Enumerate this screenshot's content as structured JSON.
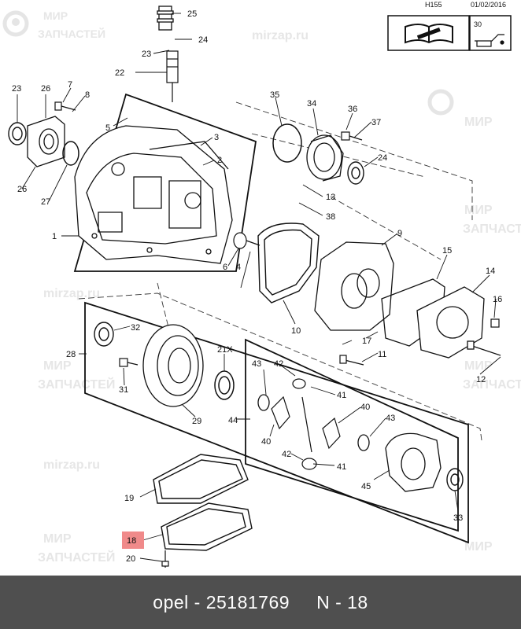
{
  "header": {
    "code": "H155",
    "date": "01/02/2016",
    "box_number": "30"
  },
  "watermark": {
    "line1": "МИР",
    "line2": "ЗАПЧАСТЕЙ",
    "url": "mirzap.ru"
  },
  "callouts": [
    "1",
    "2",
    "3",
    "4",
    "5",
    "6",
    "7",
    "8",
    "9",
    "10",
    "11",
    "12",
    "13",
    "14",
    "15",
    "16",
    "17",
    "18",
    "19",
    "20",
    "21X",
    "22",
    "23",
    "24",
    "25",
    "26",
    "26",
    "27",
    "28",
    "29",
    "31",
    "32",
    "33",
    "34",
    "34",
    "35",
    "36",
    "37",
    "38",
    "39",
    "40",
    "40",
    "41",
    "41",
    "42",
    "42",
    "43",
    "43",
    "44",
    "45"
  ],
  "highlight": {
    "number": "18",
    "color": "#f08a8a"
  },
  "footer": {
    "brand": "opel",
    "separator": "-",
    "part_number": "25181769",
    "ref": "N - 18"
  }
}
